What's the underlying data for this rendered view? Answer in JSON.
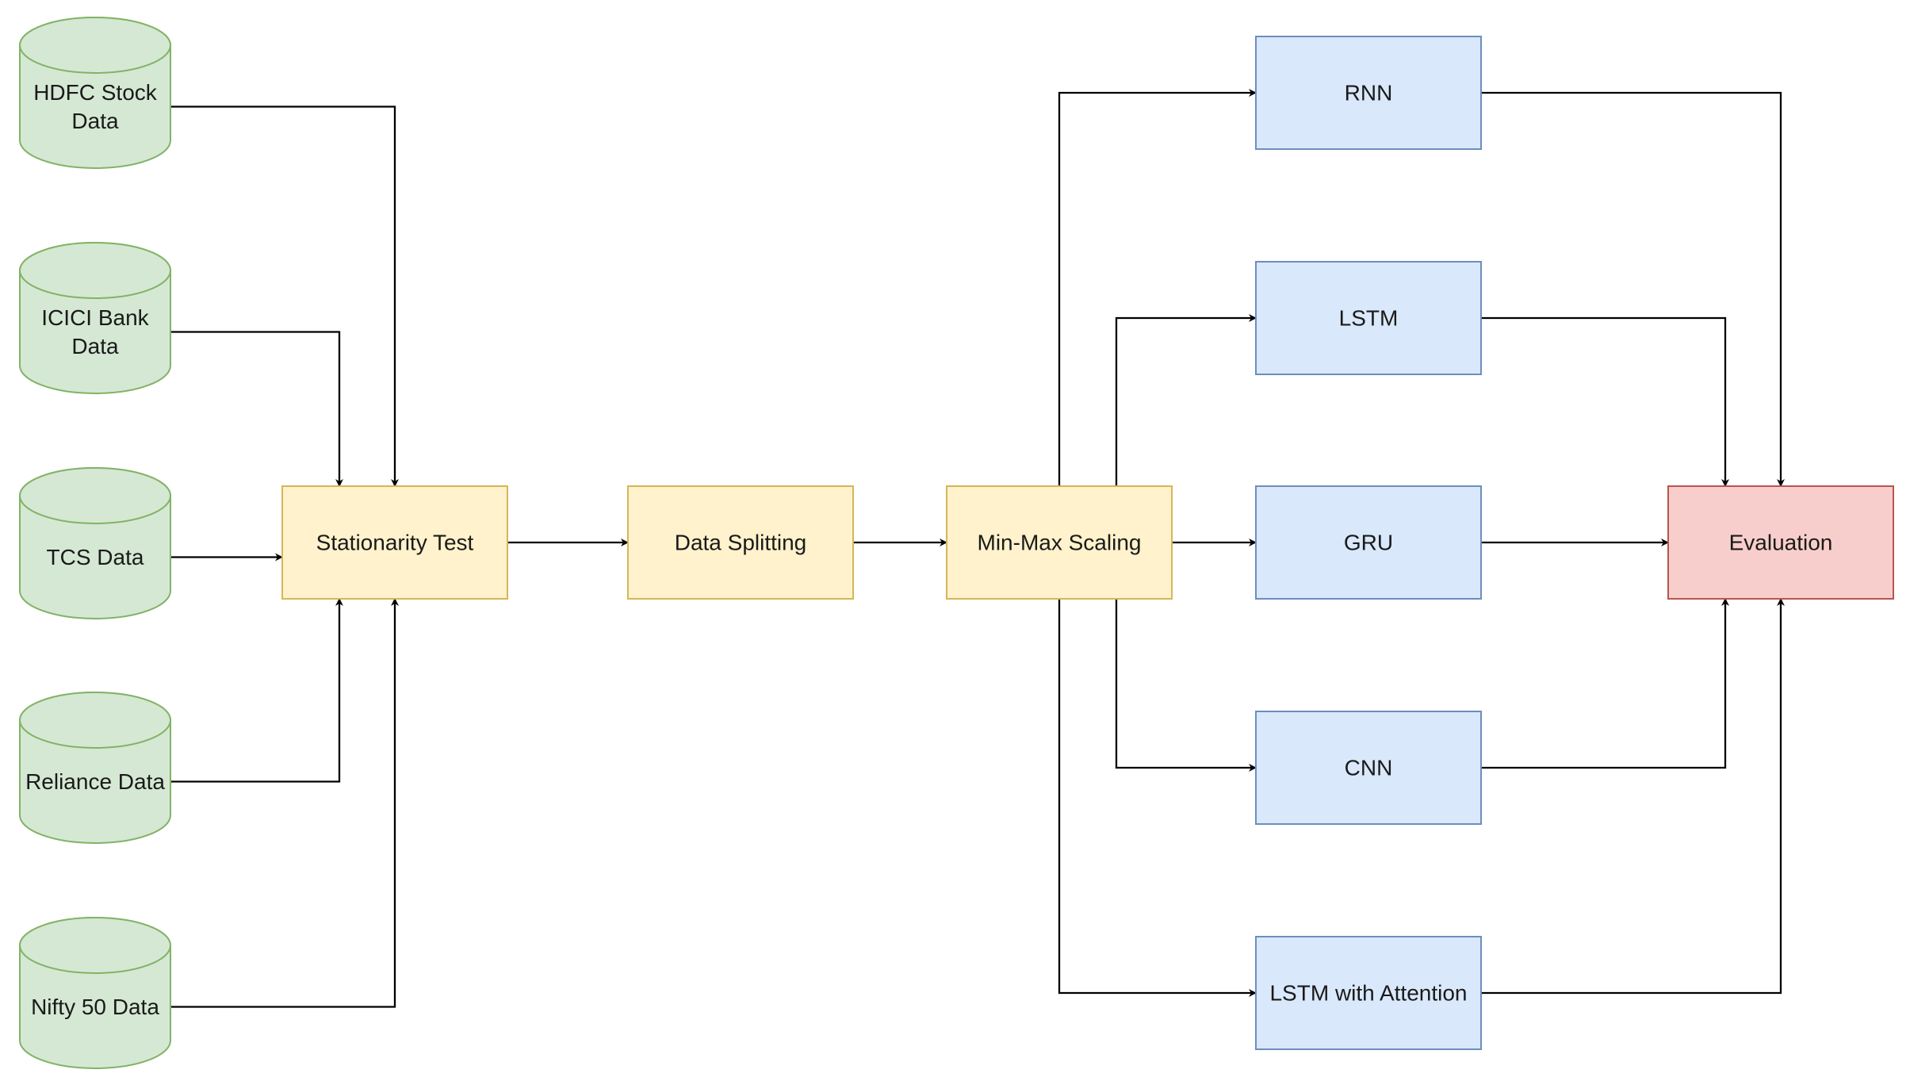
{
  "colors": {
    "data_fill": "#d5e8d4",
    "data_stroke": "#82b366",
    "process_fill": "#fff2cc",
    "process_stroke": "#d6b656",
    "model_fill": "#dae8fc",
    "model_stroke": "#6c8ebf",
    "eval_fill": "#f8cecc",
    "eval_stroke": "#b85450",
    "edge": "#000000"
  },
  "datasets": [
    {
      "id": "hdfc",
      "lines": [
        "HDFC Stock",
        "Data"
      ]
    },
    {
      "id": "icici",
      "lines": [
        "ICICI Bank",
        "Data"
      ]
    },
    {
      "id": "tcs",
      "lines": [
        "TCS Data"
      ]
    },
    {
      "id": "reliance",
      "lines": [
        "Reliance Data"
      ]
    },
    {
      "id": "nifty",
      "lines": [
        "Nifty 50 Data"
      ]
    }
  ],
  "pipeline": [
    {
      "id": "stationarity",
      "label": "Stationarity Test"
    },
    {
      "id": "splitting",
      "label": "Data Splitting"
    },
    {
      "id": "scaling",
      "label": "Min-Max Scaling"
    }
  ],
  "models": [
    {
      "id": "rnn",
      "label": "RNN"
    },
    {
      "id": "lstm",
      "label": "LSTM"
    },
    {
      "id": "gru",
      "label": "GRU"
    },
    {
      "id": "cnn",
      "label": "CNN"
    },
    {
      "id": "lstm_attn",
      "label": "LSTM with Attention"
    }
  ],
  "evaluation": {
    "id": "evaluation",
    "label": "Evaluation"
  },
  "edges": [
    {
      "from": "hdfc",
      "to": "stationarity"
    },
    {
      "from": "icici",
      "to": "stationarity"
    },
    {
      "from": "tcs",
      "to": "stationarity"
    },
    {
      "from": "reliance",
      "to": "stationarity"
    },
    {
      "from": "nifty",
      "to": "stationarity"
    },
    {
      "from": "stationarity",
      "to": "splitting"
    },
    {
      "from": "splitting",
      "to": "scaling"
    },
    {
      "from": "scaling",
      "to": "rnn"
    },
    {
      "from": "scaling",
      "to": "lstm"
    },
    {
      "from": "scaling",
      "to": "gru"
    },
    {
      "from": "scaling",
      "to": "cnn"
    },
    {
      "from": "scaling",
      "to": "lstm_attn"
    },
    {
      "from": "rnn",
      "to": "evaluation"
    },
    {
      "from": "lstm",
      "to": "evaluation"
    },
    {
      "from": "gru",
      "to": "evaluation"
    },
    {
      "from": "cnn",
      "to": "evaluation"
    },
    {
      "from": "lstm_attn",
      "to": "evaluation"
    }
  ]
}
